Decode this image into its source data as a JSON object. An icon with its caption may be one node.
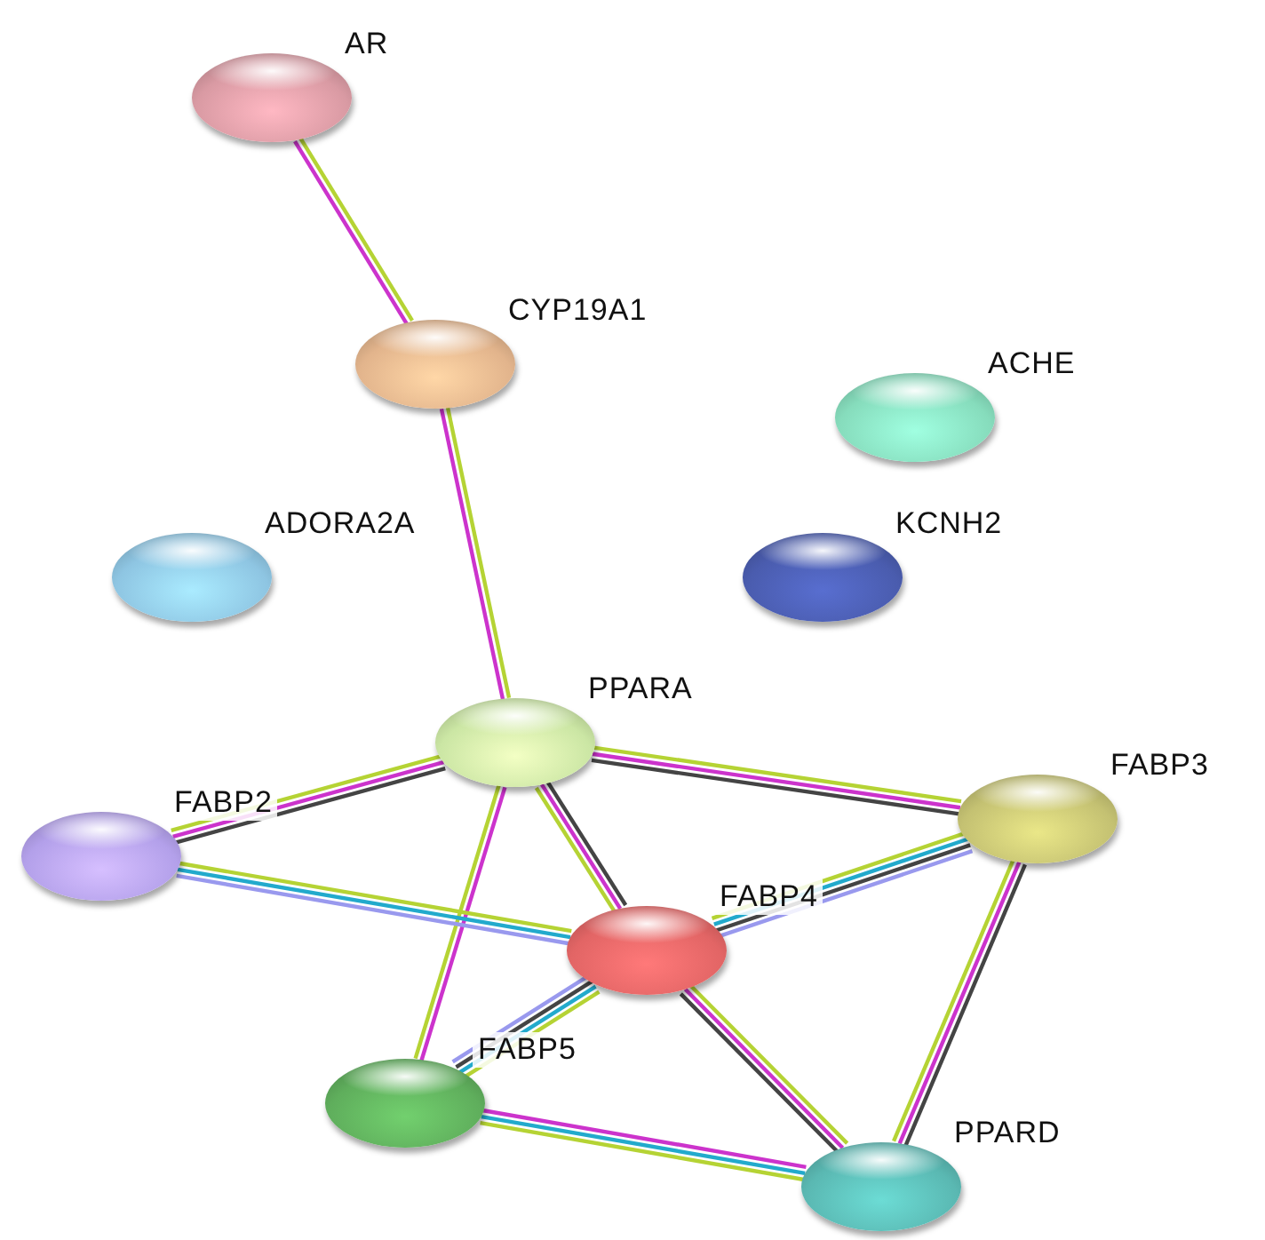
{
  "diagram": {
    "nodes": [
      {
        "text": [
          "AR"
        ]
      },
      {
        "text": [
          "CYP19A1"
        ]
      },
      {
        "text": [
          "ACHE"
        ]
      },
      {
        "text": [
          "ADORA2A"
        ]
      },
      {
        "text": [
          "KCNH2"
        ]
      },
      {
        "text": [
          "PPARA"
        ]
      },
      {
        "text": [
          "FABP3"
        ]
      },
      {
        "text": [
          "FABP2"
        ]
      },
      {
        "text": [
          "FABP4"
        ]
      },
      {
        "text": [
          "FABP5"
        ]
      },
      {
        "text": [
          "PPARD"
        ]
      }
    ],
    "edges": [
      {
        "from": 0,
        "to": 1,
        "arrow": "none",
        "color": "#b5d334"
      },
      {
        "from": 0,
        "to": 1,
        "arrow": "none",
        "color": "#cc33cc"
      },
      {
        "from": 1,
        "to": 5,
        "arrow": "none",
        "color": "#b5d334"
      },
      {
        "from": 1,
        "to": 5,
        "arrow": "none",
        "color": "#cc33cc"
      },
      {
        "from": 5,
        "to": 7,
        "arrow": "none",
        "color": "#444444"
      },
      {
        "from": 5,
        "to": 7,
        "arrow": "none",
        "color": "#cc33cc"
      },
      {
        "from": 5,
        "to": 7,
        "arrow": "none",
        "color": "#b5d334"
      },
      {
        "from": 5,
        "to": 6,
        "arrow": "none",
        "color": "#b5d334"
      },
      {
        "from": 5,
        "to": 6,
        "arrow": "none",
        "color": "#cc33cc"
      },
      {
        "from": 5,
        "to": 6,
        "arrow": "none",
        "color": "#444444"
      },
      {
        "from": 5,
        "to": 8,
        "arrow": "none",
        "color": "#444444"
      },
      {
        "from": 5,
        "to": 8,
        "arrow": "none",
        "color": "#cc33cc"
      },
      {
        "from": 5,
        "to": 8,
        "arrow": "none",
        "color": "#b5d334"
      },
      {
        "from": 5,
        "to": 9,
        "arrow": "none",
        "color": "#cc33cc"
      },
      {
        "from": 5,
        "to": 9,
        "arrow": "none",
        "color": "#b5d334"
      },
      {
        "from": 7,
        "to": 8,
        "arrow": "none",
        "color": "#b5d334"
      },
      {
        "from": 7,
        "to": 8,
        "arrow": "none",
        "color": "#22aacc"
      },
      {
        "from": 7,
        "to": 8,
        "arrow": "none",
        "color": "#9999ee"
      },
      {
        "from": 6,
        "to": 8,
        "arrow": "none",
        "color": "#9999ee"
      },
      {
        "from": 6,
        "to": 8,
        "arrow": "none",
        "color": "#444444"
      },
      {
        "from": 6,
        "to": 8,
        "arrow": "none",
        "color": "#22aacc"
      },
      {
        "from": 6,
        "to": 8,
        "arrow": "none",
        "color": "#b5d334"
      },
      {
        "from": 6,
        "to": 10,
        "arrow": "none",
        "color": "#444444"
      },
      {
        "from": 6,
        "to": 10,
        "arrow": "none",
        "color": "#cc33cc"
      },
      {
        "from": 6,
        "to": 10,
        "arrow": "none",
        "color": "#b5d334"
      },
      {
        "from": 8,
        "to": 9,
        "arrow": "none",
        "color": "#b5d334"
      },
      {
        "from": 8,
        "to": 9,
        "arrow": "none",
        "color": "#22aacc"
      },
      {
        "from": 8,
        "to": 9,
        "arrow": "none",
        "color": "#444444"
      },
      {
        "from": 8,
        "to": 9,
        "arrow": "none",
        "color": "#9999ee"
      },
      {
        "from": 8,
        "to": 10,
        "arrow": "none",
        "color": "#b5d334"
      },
      {
        "from": 8,
        "to": 10,
        "arrow": "none",
        "color": "#cc33cc"
      },
      {
        "from": 8,
        "to": 10,
        "arrow": "none",
        "color": "#444444"
      },
      {
        "from": 9,
        "to": 10,
        "arrow": "none",
        "color": "#cc33cc"
      },
      {
        "from": 9,
        "to": 10,
        "arrow": "none",
        "color": "#22aacc"
      },
      {
        "from": 9,
        "to": 10,
        "arrow": "none",
        "color": "#b5d334"
      }
    ]
  }
}
